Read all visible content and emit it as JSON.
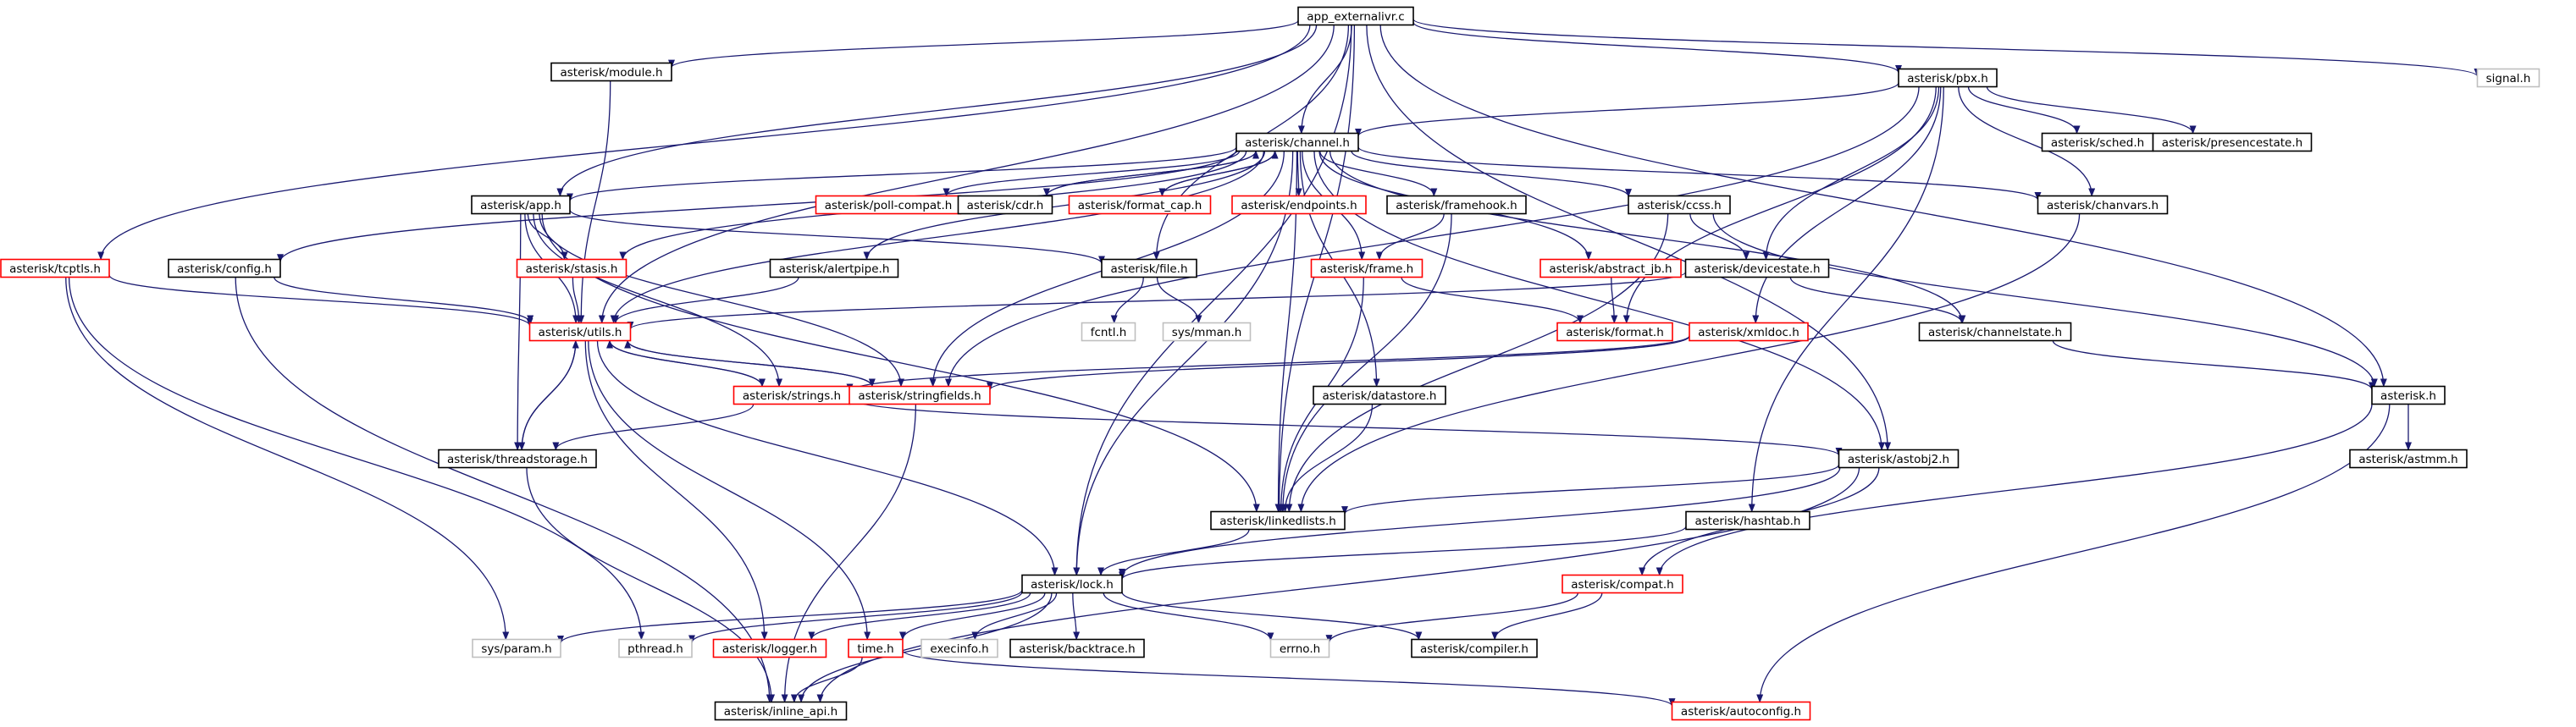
{
  "diagram": {
    "type": "include-dependency-graph",
    "root": "app_externalivr.c",
    "colors": {
      "edge": "#191970",
      "normal_border": "#000000",
      "truncated_border": "#ff0000",
      "external_border": "#bfbfbf",
      "root_fill": "#bfbfbf"
    },
    "nodes": [
      {
        "id": "root",
        "label": "app_externalivr.c",
        "style": "root"
      },
      {
        "id": "module",
        "label": "asterisk/module.h",
        "style": "normal"
      },
      {
        "id": "pbx",
        "label": "asterisk/pbx.h",
        "style": "normal"
      },
      {
        "id": "signal",
        "label": "signal.h",
        "style": "external"
      },
      {
        "id": "channel",
        "label": "asterisk/channel.h",
        "style": "normal"
      },
      {
        "id": "sched",
        "label": "asterisk/sched.h",
        "style": "normal"
      },
      {
        "id": "presencestate",
        "label": "asterisk/presencestate.h",
        "style": "normal"
      },
      {
        "id": "app",
        "label": "asterisk/app.h",
        "style": "normal"
      },
      {
        "id": "pollcompat",
        "label": "asterisk/poll-compat.h",
        "style": "truncated"
      },
      {
        "id": "cdr",
        "label": "asterisk/cdr.h",
        "style": "normal"
      },
      {
        "id": "formatcap",
        "label": "asterisk/format_cap.h",
        "style": "truncated"
      },
      {
        "id": "endpoints",
        "label": "asterisk/endpoints.h",
        "style": "truncated"
      },
      {
        "id": "framehook",
        "label": "asterisk/framehook.h",
        "style": "normal"
      },
      {
        "id": "ccss",
        "label": "asterisk/ccss.h",
        "style": "normal"
      },
      {
        "id": "chanvars",
        "label": "asterisk/chanvars.h",
        "style": "normal"
      },
      {
        "id": "tcptls",
        "label": "asterisk/tcptls.h",
        "style": "truncated"
      },
      {
        "id": "config",
        "label": "asterisk/config.h",
        "style": "normal"
      },
      {
        "id": "stasis",
        "label": "asterisk/stasis.h",
        "style": "truncated"
      },
      {
        "id": "alertpipe",
        "label": "asterisk/alertpipe.h",
        "style": "normal"
      },
      {
        "id": "file",
        "label": "asterisk/file.h",
        "style": "normal"
      },
      {
        "id": "frame",
        "label": "asterisk/frame.h",
        "style": "truncated"
      },
      {
        "id": "abstractjb",
        "label": "asterisk/abstract_jb.h",
        "style": "truncated"
      },
      {
        "id": "devicestate",
        "label": "asterisk/devicestate.h",
        "style": "normal"
      },
      {
        "id": "fcntl",
        "label": "fcntl.h",
        "style": "external"
      },
      {
        "id": "sysmman",
        "label": "sys/mman.h",
        "style": "external"
      },
      {
        "id": "utils",
        "label": "asterisk/utils.h",
        "style": "truncated"
      },
      {
        "id": "format",
        "label": "asterisk/format.h",
        "style": "truncated"
      },
      {
        "id": "xmldoc",
        "label": "asterisk/xmldoc.h",
        "style": "truncated"
      },
      {
        "id": "channelstate",
        "label": "asterisk/channelstate.h",
        "style": "normal"
      },
      {
        "id": "strings",
        "label": "asterisk/strings.h",
        "style": "truncated"
      },
      {
        "id": "stringfields",
        "label": "asterisk/stringfields.h",
        "style": "truncated"
      },
      {
        "id": "datastore",
        "label": "asterisk/datastore.h",
        "style": "normal"
      },
      {
        "id": "asteriskh",
        "label": "asterisk.h",
        "style": "normal"
      },
      {
        "id": "threadstorage",
        "label": "asterisk/threadstorage.h",
        "style": "normal"
      },
      {
        "id": "astobj2",
        "label": "asterisk/astobj2.h",
        "style": "normal"
      },
      {
        "id": "astmm",
        "label": "asterisk/astmm.h",
        "style": "normal"
      },
      {
        "id": "linkedlists",
        "label": "asterisk/linkedlists.h",
        "style": "normal"
      },
      {
        "id": "hashtab",
        "label": "asterisk/hashtab.h",
        "style": "normal"
      },
      {
        "id": "lock",
        "label": "asterisk/lock.h",
        "style": "normal"
      },
      {
        "id": "compat",
        "label": "asterisk/compat.h",
        "style": "truncated"
      },
      {
        "id": "sysparam",
        "label": "sys/param.h",
        "style": "external"
      },
      {
        "id": "pthread",
        "label": "pthread.h",
        "style": "external"
      },
      {
        "id": "logger",
        "label": "asterisk/logger.h",
        "style": "truncated"
      },
      {
        "id": "time",
        "label": "time.h",
        "style": "truncated"
      },
      {
        "id": "execinfo",
        "label": "execinfo.h",
        "style": "external"
      },
      {
        "id": "backtrace",
        "label": "asterisk/backtrace.h",
        "style": "normal"
      },
      {
        "id": "errno",
        "label": "errno.h",
        "style": "external"
      },
      {
        "id": "compiler",
        "label": "asterisk/compiler.h",
        "style": "normal"
      },
      {
        "id": "inlineapi",
        "label": "asterisk/inline_api.h",
        "style": "normal"
      },
      {
        "id": "autoconfig",
        "label": "asterisk/autoconfig.h",
        "style": "truncated"
      }
    ],
    "edges": [
      [
        "root",
        "module"
      ],
      [
        "root",
        "pbx"
      ],
      [
        "root",
        "signal"
      ],
      [
        "root",
        "channel"
      ],
      [
        "root",
        "app"
      ],
      [
        "root",
        "tcptls"
      ],
      [
        "root",
        "utils"
      ],
      [
        "root",
        "file"
      ],
      [
        "root",
        "linkedlists"
      ],
      [
        "root",
        "astobj2"
      ],
      [
        "root",
        "asteriskh"
      ],
      [
        "root",
        "lock"
      ],
      [
        "module",
        "utils"
      ],
      [
        "pbx",
        "channel"
      ],
      [
        "pbx",
        "sched"
      ],
      [
        "pbx",
        "presencestate"
      ],
      [
        "pbx",
        "chanvars"
      ],
      [
        "pbx",
        "devicestate"
      ],
      [
        "pbx",
        "format"
      ],
      [
        "pbx",
        "xmldoc"
      ],
      [
        "pbx",
        "stringfields"
      ],
      [
        "pbx",
        "hashtab"
      ],
      [
        "channel",
        "app"
      ],
      [
        "channel",
        "pollcompat"
      ],
      [
        "channel",
        "cdr"
      ],
      [
        "channel",
        "formatcap"
      ],
      [
        "channel",
        "endpoints"
      ],
      [
        "channel",
        "framehook"
      ],
      [
        "channel",
        "ccss"
      ],
      [
        "channel",
        "chanvars"
      ],
      [
        "channel",
        "config"
      ],
      [
        "channel",
        "stasis"
      ],
      [
        "channel",
        "alertpipe"
      ],
      [
        "channel",
        "frame"
      ],
      [
        "channel",
        "abstractjb"
      ],
      [
        "channel",
        "datastore"
      ],
      [
        "channel",
        "channelstate"
      ],
      [
        "channel",
        "utils"
      ],
      [
        "channel",
        "stringfields"
      ],
      [
        "channel",
        "astobj2"
      ],
      [
        "channel",
        "linkedlists"
      ],
      [
        "channel",
        "lock"
      ],
      [
        "cdr",
        "channel"
      ],
      [
        "formatcap",
        "channel"
      ],
      [
        "app",
        "stasis"
      ],
      [
        "app",
        "file"
      ],
      [
        "app",
        "utils"
      ],
      [
        "app",
        "strings"
      ],
      [
        "app",
        "stringfields"
      ],
      [
        "app",
        "threadstorage"
      ],
      [
        "app",
        "linkedlists"
      ],
      [
        "framehook",
        "frame"
      ],
      [
        "framehook",
        "linkedlists"
      ],
      [
        "ccss",
        "devicestate"
      ],
      [
        "ccss",
        "linkedlists"
      ],
      [
        "ccss",
        "asteriskh"
      ],
      [
        "chanvars",
        "linkedlists"
      ],
      [
        "tcptls",
        "utils"
      ],
      [
        "tcptls",
        "sysparam"
      ],
      [
        "tcptls",
        "pthread"
      ],
      [
        "config",
        "utils"
      ],
      [
        "config",
        "inlineapi"
      ],
      [
        "stasis",
        "utils"
      ],
      [
        "alertpipe",
        "utils"
      ],
      [
        "file",
        "fcntl"
      ],
      [
        "file",
        "sysmman"
      ],
      [
        "frame",
        "format"
      ],
      [
        "frame",
        "linkedlists"
      ],
      [
        "abstractjb",
        "format"
      ],
      [
        "devicestate",
        "channelstate"
      ],
      [
        "devicestate",
        "utils"
      ],
      [
        "channelstate",
        "asteriskh"
      ],
      [
        "xmldoc",
        "strings"
      ],
      [
        "xmldoc",
        "stringfields"
      ],
      [
        "utils",
        "strings"
      ],
      [
        "utils",
        "stringfields"
      ],
      [
        "utils",
        "logger"
      ],
      [
        "utils",
        "time"
      ],
      [
        "utils",
        "lock"
      ],
      [
        "utils",
        "threadstorage"
      ],
      [
        "strings",
        "utils"
      ],
      [
        "strings",
        "threadstorage"
      ],
      [
        "strings",
        "astobj2"
      ],
      [
        "stringfields",
        "utils"
      ],
      [
        "stringfields",
        "inlineapi"
      ],
      [
        "datastore",
        "linkedlists"
      ],
      [
        "asteriskh",
        "astmm"
      ],
      [
        "asteriskh",
        "compat"
      ],
      [
        "asteriskh",
        "autoconfig"
      ],
      [
        "threadstorage",
        "utils"
      ],
      [
        "threadstorage",
        "inlineapi"
      ],
      [
        "astobj2",
        "compat"
      ],
      [
        "astobj2",
        "linkedlists"
      ],
      [
        "astobj2",
        "inlineapi"
      ],
      [
        "astobj2",
        "lock"
      ],
      [
        "linkedlists",
        "lock"
      ],
      [
        "hashtab",
        "lock"
      ],
      [
        "lock",
        "sysparam"
      ],
      [
        "lock",
        "pthread"
      ],
      [
        "lock",
        "logger"
      ],
      [
        "lock",
        "time"
      ],
      [
        "lock",
        "execinfo"
      ],
      [
        "lock",
        "backtrace"
      ],
      [
        "lock",
        "errno"
      ],
      [
        "lock",
        "compiler"
      ],
      [
        "lock",
        "inlineapi"
      ],
      [
        "compat",
        "errno"
      ],
      [
        "compat",
        "compiler"
      ],
      [
        "time",
        "inlineapi"
      ],
      [
        "time",
        "autoconfig"
      ]
    ]
  }
}
